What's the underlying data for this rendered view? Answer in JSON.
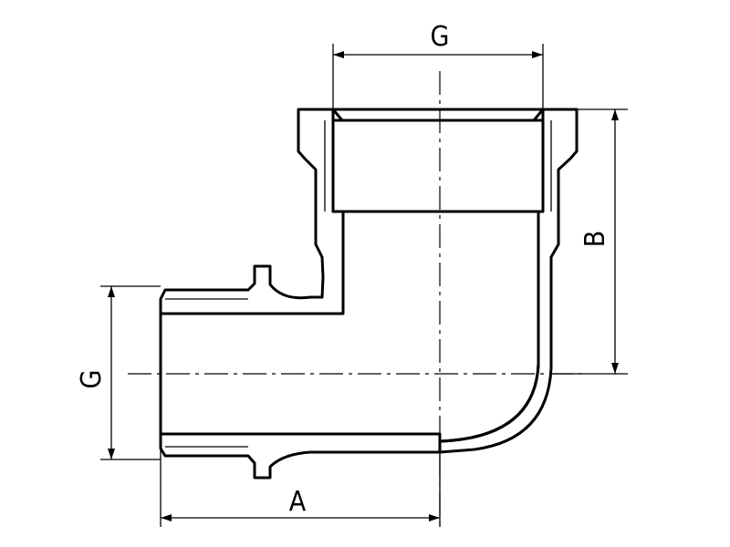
{
  "labels": {
    "top_thread": "G",
    "side_thread": "G",
    "length": "A",
    "height": "B"
  },
  "colors": {
    "line": "#000000",
    "background": "#ffffff"
  }
}
